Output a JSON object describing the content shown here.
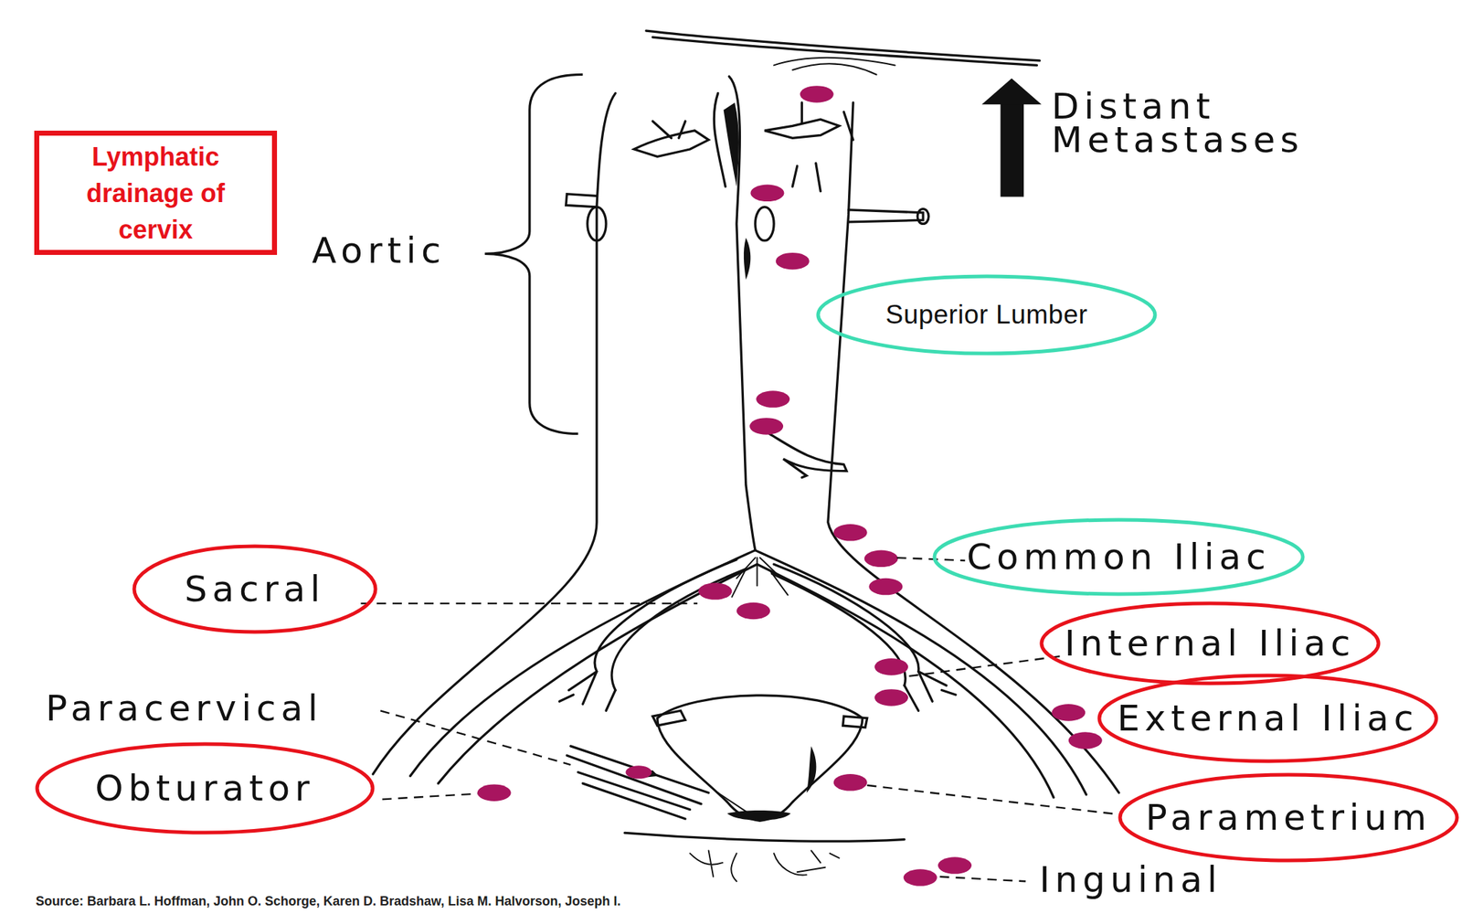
{
  "diagram": {
    "nodes": [
      {
        "text": [
          "Lymphatic drainage of cervix"
        ]
      },
      {
        "text": [
          "Superior Lumber"
        ]
      },
      {
        "text": [
          "Common Iliac"
        ]
      },
      {
        "text": [
          "Sacral"
        ]
      },
      {
        "text": [
          "Internal Iliac"
        ]
      },
      {
        "text": [
          "External Iliac"
        ]
      },
      {
        "text": [
          "Obturator"
        ]
      },
      {
        "text": [
          "Parametrium"
        ]
      }
    ],
    "labels": [
      "Distant Metastases",
      "Aortic",
      "Paracervical",
      "Inguinal",
      "Source: Barbara L. Hoffman, John O. Schorge, Karen D. Bradshaw, Lisa M. Halvorson, Joseph I."
    ]
  }
}
